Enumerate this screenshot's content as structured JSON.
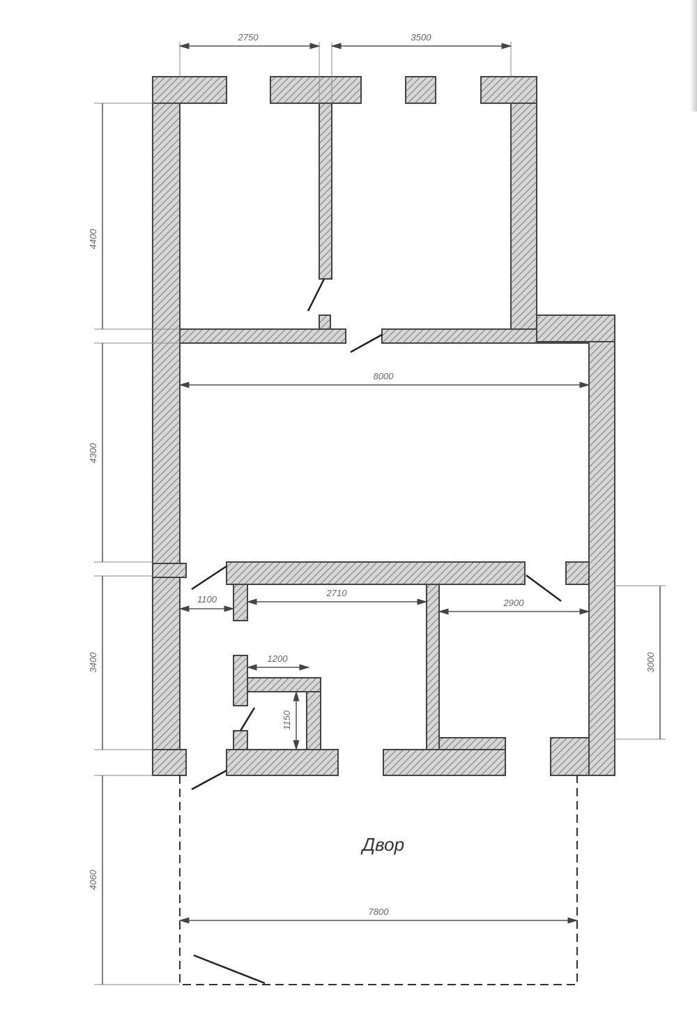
{
  "plan": {
    "dimensions": {
      "top_left_width": "2750",
      "top_right_width": "3500",
      "upper_rooms_height": "4400",
      "hall_height": "4300",
      "hall_width": "8000",
      "corridor_width": "1100",
      "middle_room_width": "2710",
      "right_room_width": "2900",
      "lower_rooms_height": "3400",
      "closet_width": "1200",
      "closet_height": "1150",
      "right_room_height": "3000",
      "yard_height": "4060",
      "yard_width": "7800"
    },
    "yard_label": "Двор"
  }
}
